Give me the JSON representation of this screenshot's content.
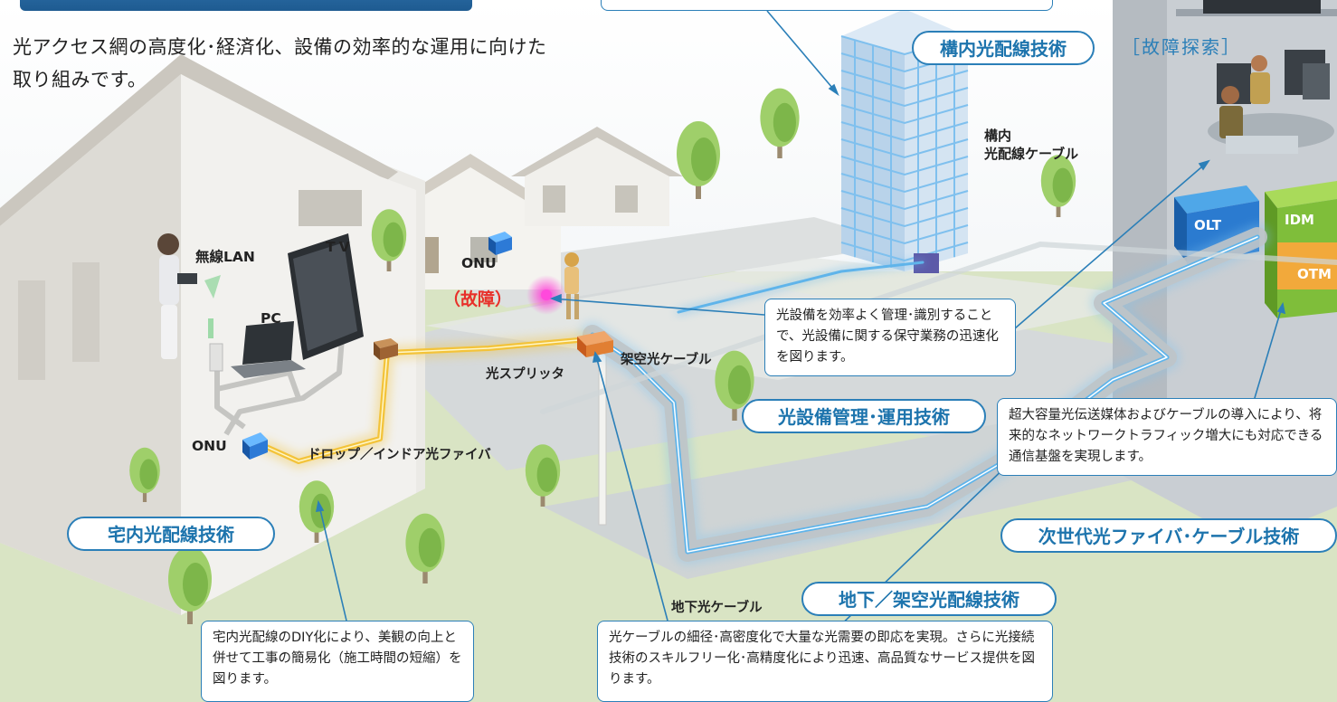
{
  "intro_text": "光アクセス網の高度化･経済化、設備の効率的な運用に向けた取り組みです。",
  "technologies": {
    "indoor_building": "構内光配線技術",
    "home_wiring": "宅内光配線技術",
    "facility_mgmt": "光設備管理･運用技術",
    "next_gen_fiber": "次世代光ファイバ･ケーブル技術",
    "underground_aerial": "地下／架空光配線技術"
  },
  "labels": {
    "fault_search": "［故障探索］",
    "building_cable": "構内\n光配線ケーブル",
    "wireless_lan": "無線LAN",
    "tv": "TV",
    "pc": "PC",
    "onu_home": "ONU",
    "onu_fault": "ONU",
    "fault": "（故障）",
    "splitter": "光スプリッタ",
    "aerial_cable": "架空光ケーブル",
    "drop_fiber": "ドロップ／インドア光ファイバ",
    "underground_cable": "地下光ケーブル",
    "olt": "OLT",
    "idm": "IDM",
    "otm": "OTM"
  },
  "callouts": {
    "facility_mgmt": "光設備を効率よく管理･識別することで、光設備に関する保守業務の迅速化を図ります。",
    "next_gen": "超大容量光伝送媒体およびケーブルの導入により、将来的なネットワークトラフィック増大にも対応できる通信基盤を実現します。",
    "home_diy": "宅内光配線のDIY化により、美観の向上と併せて工事の簡易化（施工時間の短縮）を図ります。",
    "cable_density": "光ケーブルの細径･高密度化で大量な光需要の即応を実現。さらに光接続技術のスキルフリー化･高精度化により迅速、高品質なサービス提供を図ります。"
  },
  "colors": {
    "accent_blue": "#2b7fb8",
    "fault_red": "#e8302a",
    "fiber_yellow": "#f3c33a",
    "fiber_blue": "#5fb4ea",
    "otm_green": "#8cc63f"
  },
  "icons": [
    "house",
    "building",
    "tree",
    "tv",
    "laptop",
    "person",
    "worker",
    "server-room"
  ]
}
